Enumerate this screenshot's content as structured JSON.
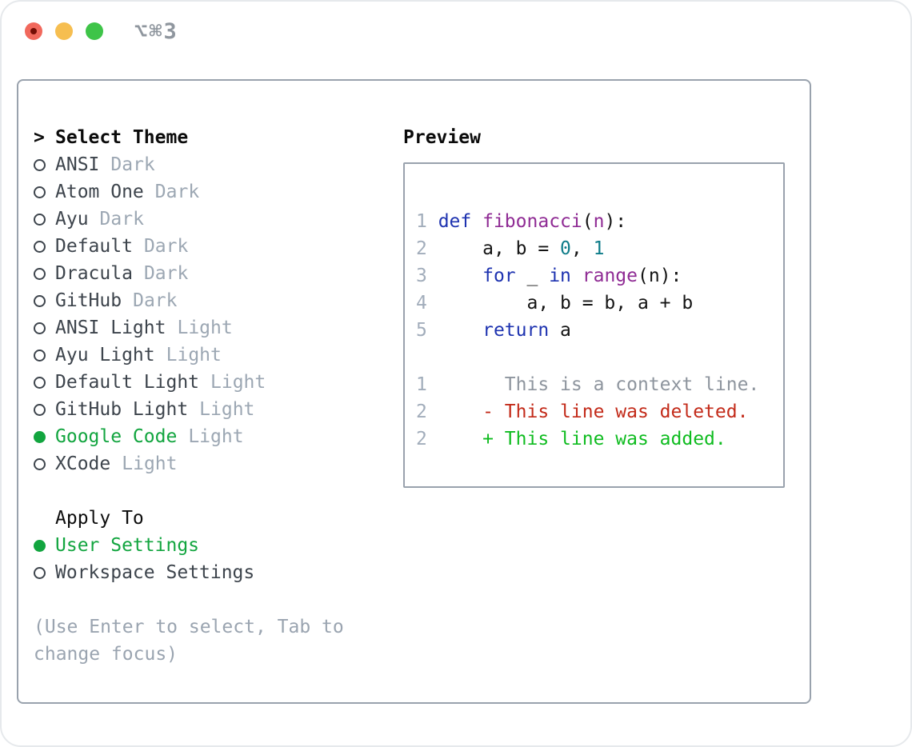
{
  "window": {
    "title": "⌥⌘3"
  },
  "colors": {
    "accent_green": "#12a53f",
    "added_green": "#0fbc20",
    "deleted_red": "#c32b1a",
    "keyword_blue": "#1e33b0",
    "function_purple": "#8f2b94",
    "number_teal": "#0e7c89",
    "muted_gray": "#9ca7b3",
    "line_number_gray": "#a2adbb",
    "context_gray": "#8e959e",
    "item_gray": "#3d444c",
    "border_gray": "#99a2ad",
    "title_gray": "#8f969e",
    "traffic_red": "#f1685c",
    "traffic_yellow": "#f6be50",
    "traffic_green": "#3ec448"
  },
  "theme_list": {
    "cursor": ">",
    "title": "Select Theme",
    "themes": [
      {
        "name": "ANSI",
        "variant": "Dark",
        "selected": false
      },
      {
        "name": "Atom One",
        "variant": "Dark",
        "selected": false
      },
      {
        "name": "Ayu",
        "variant": "Dark",
        "selected": false
      },
      {
        "name": "Default",
        "variant": "Dark",
        "selected": false
      },
      {
        "name": "Dracula",
        "variant": "Dark",
        "selected": false
      },
      {
        "name": "GitHub",
        "variant": "Dark",
        "selected": false
      },
      {
        "name": "ANSI Light",
        "variant": "Light",
        "selected": false
      },
      {
        "name": "Ayu Light",
        "variant": "Light",
        "selected": false
      },
      {
        "name": "Default Light",
        "variant": "Light",
        "selected": false
      },
      {
        "name": "GitHub Light",
        "variant": "Light",
        "selected": false
      },
      {
        "name": "Google Code",
        "variant": "Light",
        "selected": true
      },
      {
        "name": "XCode",
        "variant": "Light",
        "selected": false
      }
    ]
  },
  "apply": {
    "title": "Apply To",
    "options": [
      {
        "name": "User Settings",
        "selected": true
      },
      {
        "name": "Workspace Settings",
        "selected": false
      }
    ]
  },
  "help": {
    "text": "(Use Enter to select, Tab to change focus)"
  },
  "preview": {
    "title": "Preview",
    "code_lines": [
      {
        "num": "1",
        "segments": [
          {
            "t": "def",
            "c": "kw"
          },
          {
            "t": " ",
            "c": "pl"
          },
          {
            "t": "fibonacci",
            "c": "fn"
          },
          {
            "t": "(",
            "c": "pl"
          },
          {
            "t": "n",
            "c": "fn"
          },
          {
            "t": "):",
            "c": "pl"
          }
        ]
      },
      {
        "num": "2",
        "segments": [
          {
            "t": "    a, b = ",
            "c": "pl"
          },
          {
            "t": "0",
            "c": "num"
          },
          {
            "t": ", ",
            "c": "pl"
          },
          {
            "t": "1",
            "c": "num"
          }
        ]
      },
      {
        "num": "3",
        "segments": [
          {
            "t": "    ",
            "c": "pl"
          },
          {
            "t": "for",
            "c": "kw"
          },
          {
            "t": " _ ",
            "c": "pl"
          },
          {
            "t": "in",
            "c": "kw"
          },
          {
            "t": " ",
            "c": "pl"
          },
          {
            "t": "range",
            "c": "fn"
          },
          {
            "t": "(n):",
            "c": "pl"
          }
        ]
      },
      {
        "num": "4",
        "segments": [
          {
            "t": "        a, b = b, a + b",
            "c": "pl"
          }
        ]
      },
      {
        "num": "5",
        "segments": [
          {
            "t": "    ",
            "c": "pl"
          },
          {
            "t": "return",
            "c": "kw"
          },
          {
            "t": " a",
            "c": "pl"
          }
        ]
      }
    ],
    "diff_lines": [
      {
        "num": "1",
        "segments": [
          {
            "t": "      This is a context line.",
            "c": "ctx"
          }
        ]
      },
      {
        "num": "2",
        "segments": [
          {
            "t": "    - This line was deleted.",
            "c": "del"
          }
        ]
      },
      {
        "num": "2",
        "segments": [
          {
            "t": "    + This line was added.",
            "c": "add"
          }
        ]
      }
    ]
  }
}
